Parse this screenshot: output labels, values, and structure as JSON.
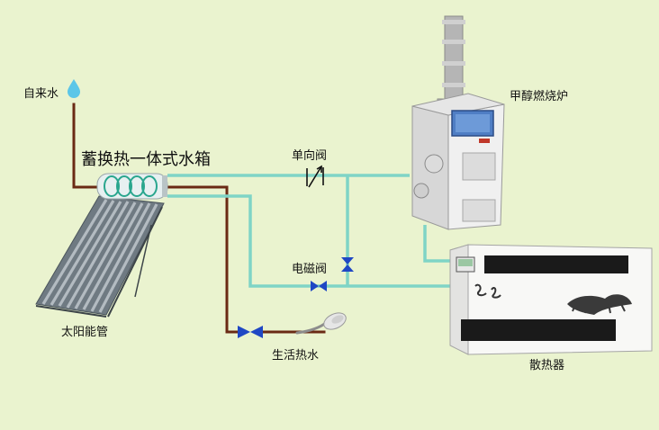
{
  "labels": {
    "tap_water": "自来水",
    "tank": "蓄换热一体式水箱",
    "check_valve": "单向阀",
    "boiler": "甲醇燃烧炉",
    "solenoid_valve": "电磁阀",
    "solar_tube": "太阳能管",
    "hot_water": "生活热水",
    "radiator": "散热器"
  },
  "colors": {
    "background": "#eaf3cf",
    "cold_pipe": "#6a2a14",
    "warm_pipe": "#7fd4c6",
    "valve": "#1f47c4"
  }
}
